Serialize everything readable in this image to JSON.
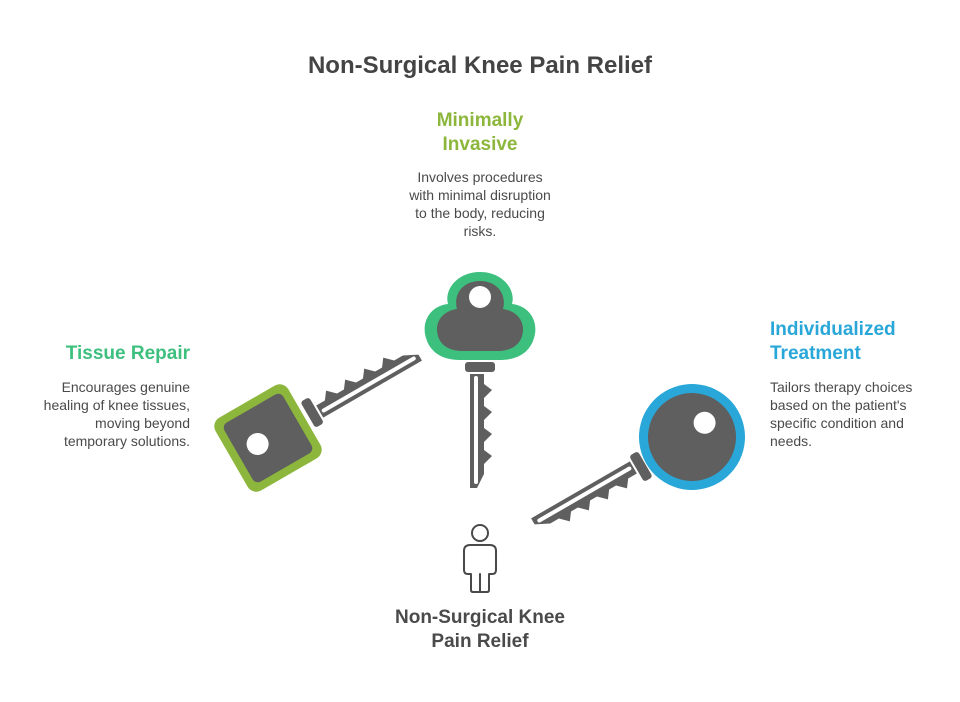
{
  "title": "Non-Surgical Knee Pain Relief",
  "items": [
    {
      "heading": [
        "Minimally",
        "Invasive"
      ],
      "text": [
        "Involves procedures",
        "with minimal disruption",
        "to the body, reducing",
        "risks."
      ],
      "color": "#8cb63c",
      "ring_color": "#3dbf7e"
    },
    {
      "heading": [
        "Tissue Repair"
      ],
      "text": [
        "Encourages genuine",
        "healing of knee tissues,",
        "moving beyond",
        "temporary solutions."
      ],
      "color": "#3dbf7e",
      "ring_color": "#8cb63c"
    },
    {
      "heading": [
        "Individualized",
        "Treatment"
      ],
      "text": [
        "Tailors therapy choices",
        "based on the patient's",
        "specific condition and",
        "needs."
      ],
      "color": "#29a7d8",
      "ring_color": "#29a7d8"
    }
  ],
  "center": {
    "label": [
      "Non-Surgical Knee",
      "Pain Relief"
    ],
    "icon": "person-icon"
  },
  "colors": {
    "key": "#5f5f5f",
    "text": "#4a4a4a"
  }
}
